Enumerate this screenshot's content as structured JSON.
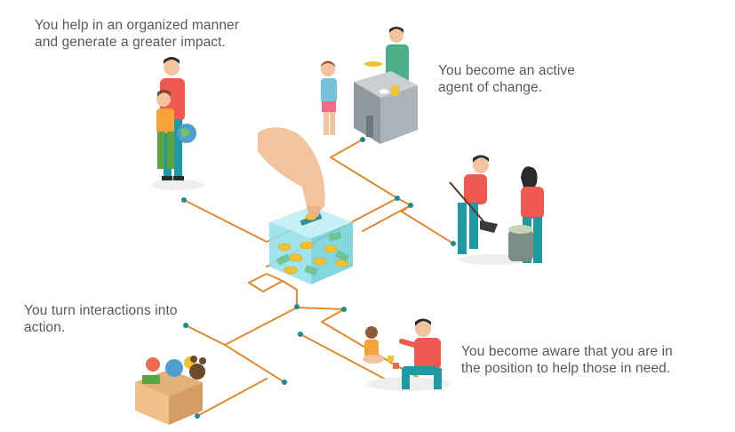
{
  "captions": {
    "top_left": "You help in an organized manner\nand generate a greater impact.",
    "top_right": "You become an active\nagent of change.",
    "middle_left": "You turn interactions into\naction.",
    "bottom_right": "You become aware that you are in\nthe position to help those in need."
  },
  "colors": {
    "line": "#e38a2e",
    "node": "#1f8a8f",
    "shirt_red": "#ee5a4f",
    "pants_teal": "#1e9aa3",
    "skin": "#f3c39d",
    "hair": "#2a2a2a",
    "box_glass": "#8fe0ea",
    "coin": "#f2c230",
    "bill": "#6cc38c"
  }
}
